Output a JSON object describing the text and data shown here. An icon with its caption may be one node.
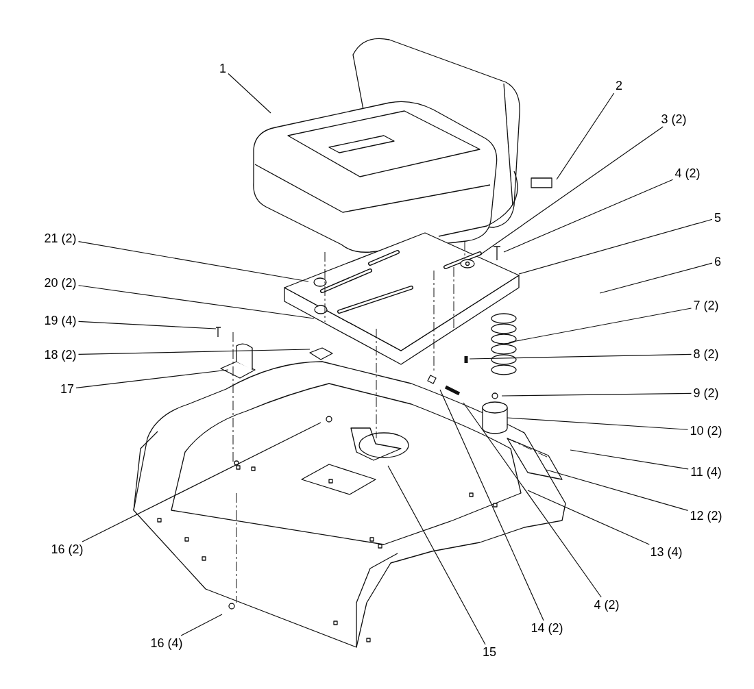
{
  "diagram": {
    "nodes": [
      {
        "text": [
          "1"
        ]
      },
      {
        "text": [
          "2"
        ]
      },
      {
        "text": [
          "3 (2)"
        ]
      },
      {
        "text": [
          "4 (2)"
        ]
      },
      {
        "text": [
          "5"
        ]
      },
      {
        "text": [
          "6"
        ]
      },
      {
        "text": [
          "7 (2)"
        ]
      },
      {
        "text": [
          "8 (2)"
        ]
      },
      {
        "text": [
          "9 (2)"
        ]
      },
      {
        "text": [
          "10 (2)"
        ]
      },
      {
        "text": [
          "11 (4)"
        ]
      },
      {
        "text": [
          "12 (2)"
        ]
      },
      {
        "text": [
          "13 (4)"
        ]
      },
      {
        "text": [
          "4 (2)"
        ]
      },
      {
        "text": [
          "14 (2)"
        ]
      },
      {
        "text": [
          "15"
        ]
      },
      {
        "text": [
          "16 (4)"
        ]
      },
      {
        "text": [
          "16 (2)"
        ]
      },
      {
        "text": [
          "17"
        ]
      },
      {
        "text": [
          "18 (2)"
        ]
      },
      {
        "text": [
          "19 (4)"
        ]
      },
      {
        "text": [
          "20 (2)"
        ]
      },
      {
        "text": [
          "21 (2)"
        ]
      }
    ],
    "edges": [
      {
        "from": 0,
        "to": null,
        "arrow": "none"
      },
      {
        "from": 1,
        "to": null,
        "arrow": "none"
      },
      {
        "from": 2,
        "to": null,
        "arrow": "none"
      },
      {
        "from": 3,
        "to": null,
        "arrow": "none"
      },
      {
        "from": 4,
        "to": null,
        "arrow": "none"
      },
      {
        "from": 5,
        "to": null,
        "arrow": "none"
      },
      {
        "from": 6,
        "to": null,
        "arrow": "none"
      },
      {
        "from": 7,
        "to": null,
        "arrow": "none"
      },
      {
        "from": 8,
        "to": null,
        "arrow": "none"
      },
      {
        "from": 9,
        "to": null,
        "arrow": "none"
      },
      {
        "from": 10,
        "to": null,
        "arrow": "none"
      },
      {
        "from": 11,
        "to": null,
        "arrow": "none"
      },
      {
        "from": 12,
        "to": null,
        "arrow": "none"
      },
      {
        "from": 13,
        "to": null,
        "arrow": "none"
      },
      {
        "from": 14,
        "to": null,
        "arrow": "none"
      },
      {
        "from": 15,
        "to": null,
        "arrow": "none"
      },
      {
        "from": 16,
        "to": null,
        "arrow": "none"
      },
      {
        "from": 17,
        "to": null,
        "arrow": "none"
      },
      {
        "from": 18,
        "to": null,
        "arrow": "none"
      },
      {
        "from": 19,
        "to": null,
        "arrow": "none"
      },
      {
        "from": 20,
        "to": null,
        "arrow": "none"
      },
      {
        "from": 21,
        "to": null,
        "arrow": "none"
      },
      {
        "from": 22,
        "to": null,
        "arrow": "none"
      }
    ]
  }
}
